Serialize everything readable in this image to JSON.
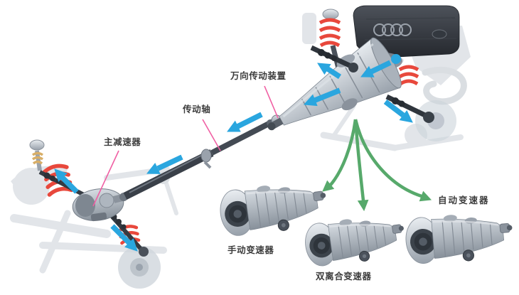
{
  "diagram": {
    "callouts": {
      "universal_joint": "万向传动装置",
      "drive_shaft": "传动轴",
      "final_drive": "主减速器"
    },
    "variants": {
      "manual": "手动变速器",
      "dual_clutch": "双离合变速器",
      "automatic": "自动变速器"
    }
  },
  "colors": {
    "background": "#FFFFFF",
    "power_flow_blue": "#2AA6DF",
    "variant_arrow_green": "#57A96B",
    "callout_line_pink": "#F05FA3",
    "spring_red": "#E8483C",
    "bump_stop_beige": "#D8AE67",
    "label_text": "#3C3C3C",
    "engine_dark": "#32363D",
    "metal_light": "#C8CFD6"
  }
}
